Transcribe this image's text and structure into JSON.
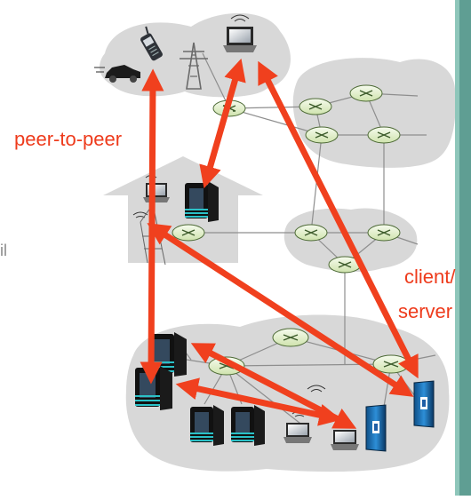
{
  "labels": {
    "peer_to_peer": "peer-to-peer",
    "client_line1": "client/",
    "client_line2": "server",
    "edge_fragment": "il"
  },
  "colors": {
    "arrow": "#f0401e",
    "cloud": "#d8d8d8",
    "router_fill": "#e9f3d8",
    "router_stroke": "#4e6b37",
    "link": "#909090",
    "accent_bar": "#5f9e93"
  },
  "nodes": {
    "routers": [
      "router",
      "router",
      "router",
      "router",
      "router",
      "router",
      "router",
      "router",
      "router",
      "router",
      "router",
      "router"
    ],
    "hosts": [
      "laptop",
      "cell-phone",
      "car",
      "antenna-tower",
      "house",
      "desktop",
      "desktop",
      "desktop",
      "desktop",
      "desktop",
      "desktop",
      "server",
      "server",
      "laptop",
      "laptop"
    ]
  },
  "icons": [
    "router-icon",
    "laptop-icon",
    "desktop-icon",
    "server-icon",
    "cellphone-icon",
    "car-icon",
    "tower-icon",
    "house-icon",
    "wireless-icon",
    "arrow-icon"
  ]
}
